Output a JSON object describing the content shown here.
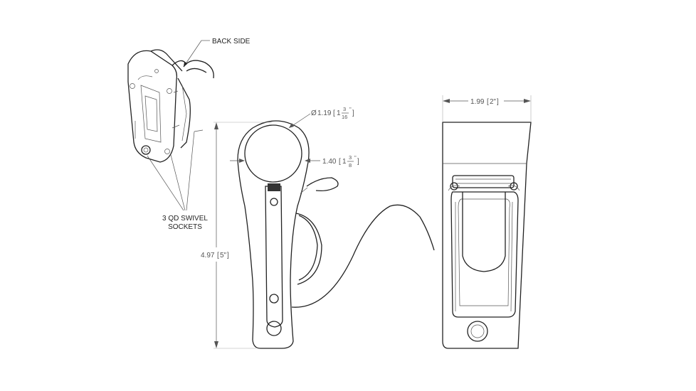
{
  "callouts": {
    "back_side": "BACK SIDE",
    "swivel_line1": "3 QD SWIVEL",
    "swivel_line2": "SOCKETS"
  },
  "dimensions": {
    "height": {
      "value": "4.97",
      "bracket": "5\""
    },
    "diameter": {
      "symbol": "Ø",
      "value": "1.19",
      "whole": "1",
      "num": "3",
      "den": "16"
    },
    "slot_width": {
      "value": "1.40",
      "whole": "1",
      "num": "3",
      "den": "8"
    },
    "width": {
      "value": "1.99",
      "bracket": "2\""
    }
  }
}
